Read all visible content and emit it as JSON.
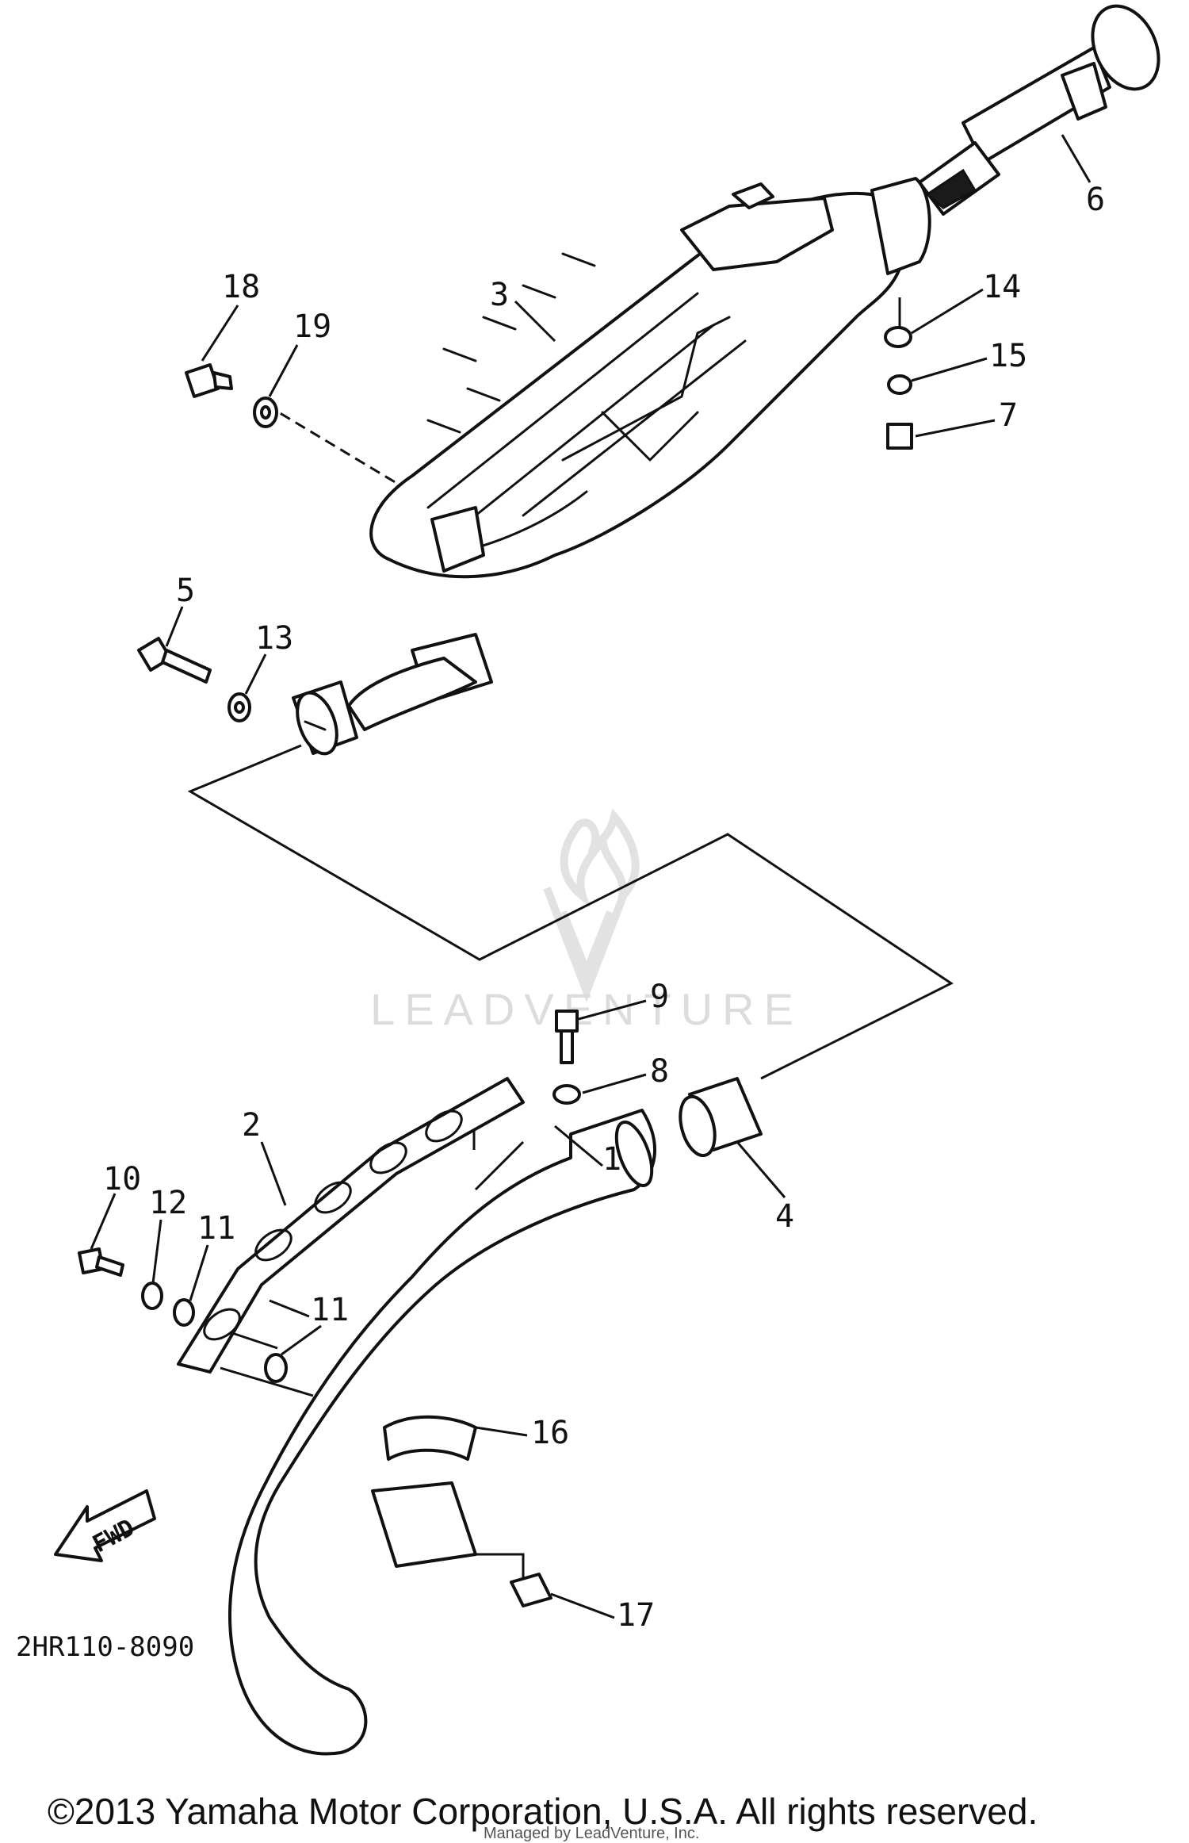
{
  "callouts": [
    "1",
    "2",
    "3",
    "4",
    "5",
    "6",
    "7",
    "8",
    "9",
    "10",
    "11",
    "11",
    "12",
    "13",
    "14",
    "15",
    "16",
    "17",
    "18",
    "19"
  ],
  "direction_arrow": "FWD",
  "diagram_code": "2HR110-8090",
  "copyright": "©2013 Yamaha Motor Corporation, U.S.A. All rights reserved.",
  "attribution": "Managed by LeadVenture, Inc.",
  "watermark": "LEADVENTURE",
  "icons": {
    "direction_arrow": "arrow-left-icon",
    "watermark_logo": "flame-logo-icon"
  },
  "colors": {
    "ink": "#111111",
    "background": "#ffffff",
    "watermark": "#dcdcdc"
  }
}
